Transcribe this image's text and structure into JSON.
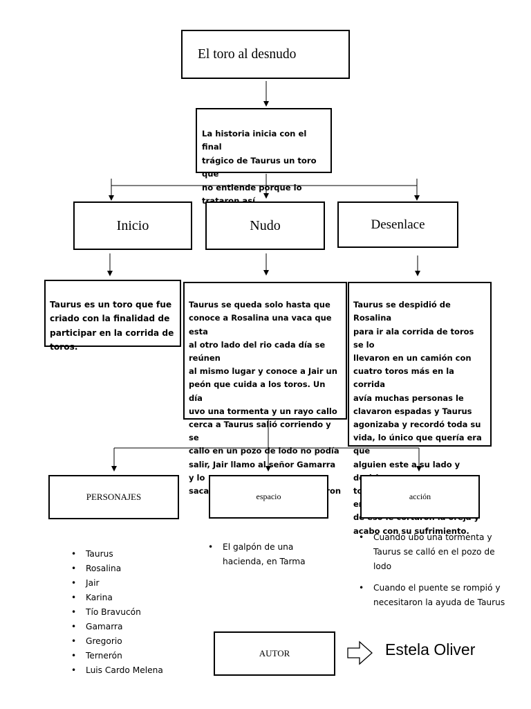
{
  "title": "El toro al desnudo",
  "summary": "La historia inicia con el final\ntrágico de Taurus un toro que\nno entiende porque lo\ntrataron así.",
  "sections": [
    {
      "label": "Inicio",
      "text": "Taurus es un toro que fue\ncriado con la finalidad de\nparticipar en la corrida de\ntoros."
    },
    {
      "label": "Nudo",
      "text": "Taurus se queda solo hasta que\nconoce a Rosalina una vaca que esta\nal otro lado del rio cada día se reúnen\nal mismo lugar y conoce a Jair un\npeón que cuida a los toros. Un día\nuvo una tormenta y un rayo callo\ncerca a Taurus salió corriendo y se\ncallo en un pozo de lodo no podía\nsalir, Jair llamo al señor Gamarra y lo\nsacaron con cuerdas y lo salvaron"
    },
    {
      "label": "Desenlace",
      "text": "Taurus se despidió de Rosalina\npara ir ala corrida de toros se lo\nllevaron en un camión con\ncuatro toros más en la corrida\navía muchas personas le\nclavaron espadas y Taurus\nagonizaba y recordó toda su\nvida, lo único que quería era que\nalguien este a su lado y decirle\ntodo va estar bien, pero envés\nde eso le cortaron la oreja y\nacabo con su sufrimiento."
    }
  ],
  "elements": [
    {
      "label": "PERSONAJES",
      "items": [
        "Taurus",
        "Rosalina",
        "Jair",
        "Karina",
        "Tío Bravucón",
        "Gamarra",
        "Gregorio",
        "Ternerón",
        "Luis Cardo Melena"
      ]
    },
    {
      "label": "espacio",
      "items": [
        "El galpón de una\nhacienda, en Tarma"
      ]
    },
    {
      "label": "acción",
      "items": [
        "Cuando ubo una tormenta y\nTaurus se calló en el pozo de\nlodo",
        "Cuando el puente se rompió y\nnecesitaron la ayuda de Taurus"
      ]
    }
  ],
  "author": {
    "label": "AUTOR",
    "name": "Estela Oliver"
  }
}
